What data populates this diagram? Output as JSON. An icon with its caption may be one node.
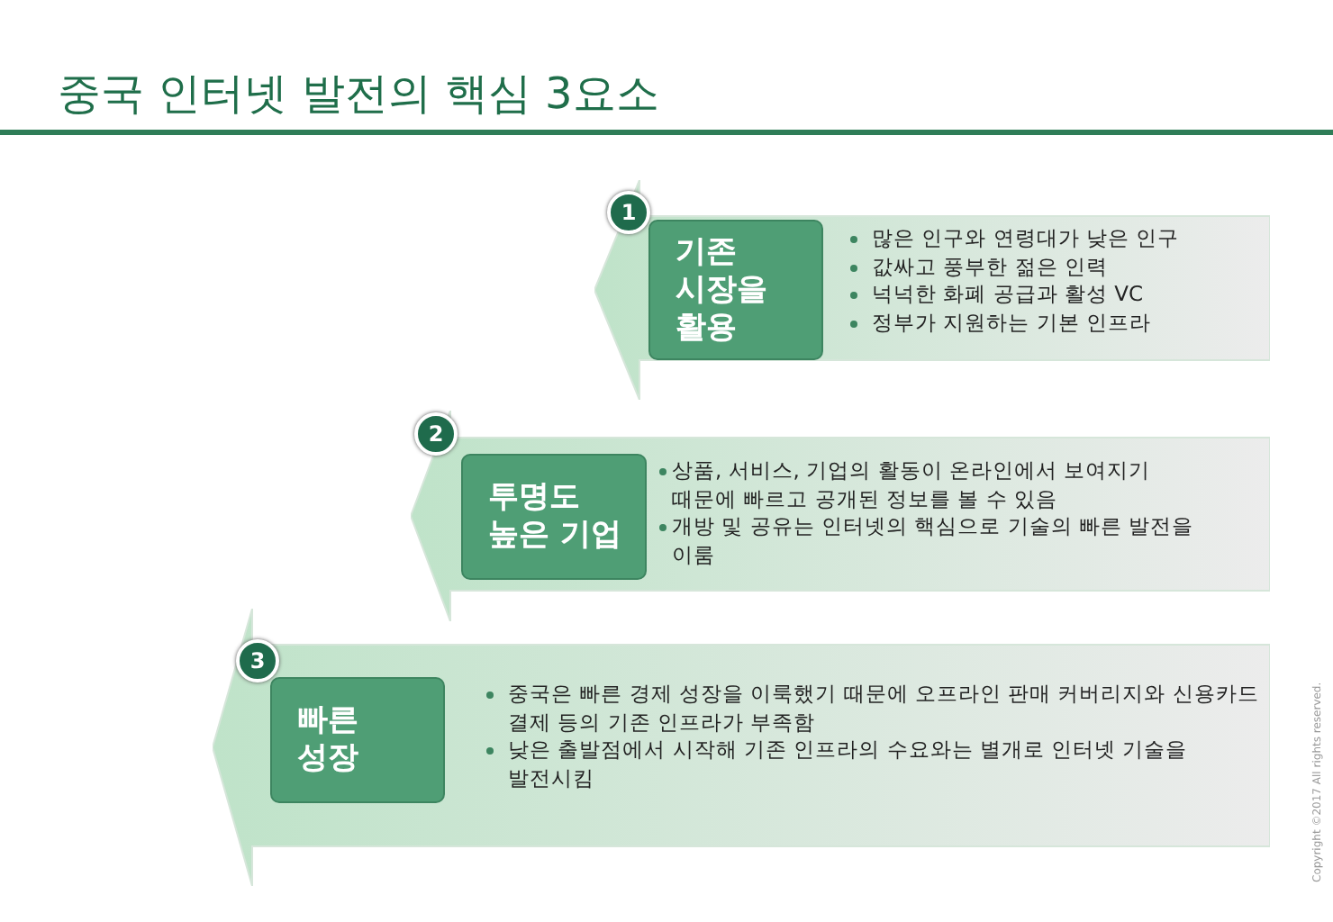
{
  "diagram": {
    "title": "중국 인터넷 발전의 핵심 3요소",
    "nodes": [
      {
        "text": [
          "많은 인구와 연령대가 낮은 인구",
          "값싸고 풍부한 젊은 인력",
          "넉넉한 화폐 공급과 활성 VC",
          "정부가 지원하는 기본 인프라"
        ]
      },
      {
        "text": [
          "기존 시장을 활용"
        ],
        "in": 0
      },
      {
        "text": [
          "1"
        ],
        "in": 0
      },
      {
        "text": [
          "상품, 서비스, 기업의 활동이 온라인에서 보여지기 때문에 빠르고 공개된 정보를 볼 수 있음",
          "개방 및 공유는 인터넷의 핵심으로 기술의 빠른 발전을 이룸"
        ]
      },
      {
        "text": [
          "투명도 높은 기업"
        ],
        "in": 3
      },
      {
        "text": [
          "2"
        ],
        "in": 3
      },
      {
        "text": [
          "중국은 빠른 경제 성장을 이룩했기 때문에 오프라인 판매 커버리지와 신용카드 결제 등의 기존 인프라가 부족함",
          "낮은 출발점에서 시작해 기존 인프라의 수요와는 별개로 인터넷 기술을 발전시킴"
        ]
      },
      {
        "text": [
          "빠른 성장"
        ],
        "in": 6
      },
      {
        "text": [
          "3"
        ],
        "in": 6
      }
    ],
    "labels": [
      "Copyright ©2017 All rights reserved."
    ]
  }
}
